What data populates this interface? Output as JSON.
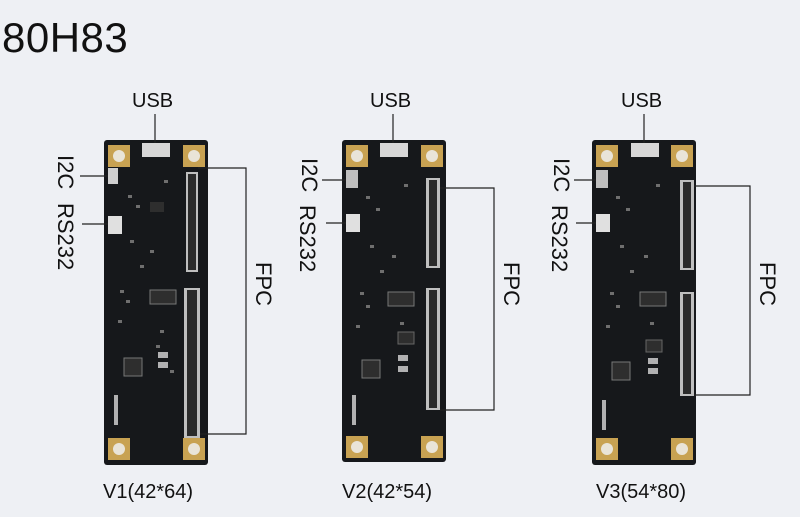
{
  "title": "80H83",
  "labels": {
    "usb": "USB",
    "i2c": "I2C",
    "rs232": "RS232",
    "fpc": "FPC"
  },
  "boards": [
    {
      "caption": "V1(42*64)"
    },
    {
      "caption": "V2(42*54)"
    },
    {
      "caption": "V3(54*80)"
    }
  ],
  "colors": {
    "background": "#eef0f4",
    "pcb": "#16181b",
    "pad": "#c8a252",
    "line": "#222222"
  }
}
